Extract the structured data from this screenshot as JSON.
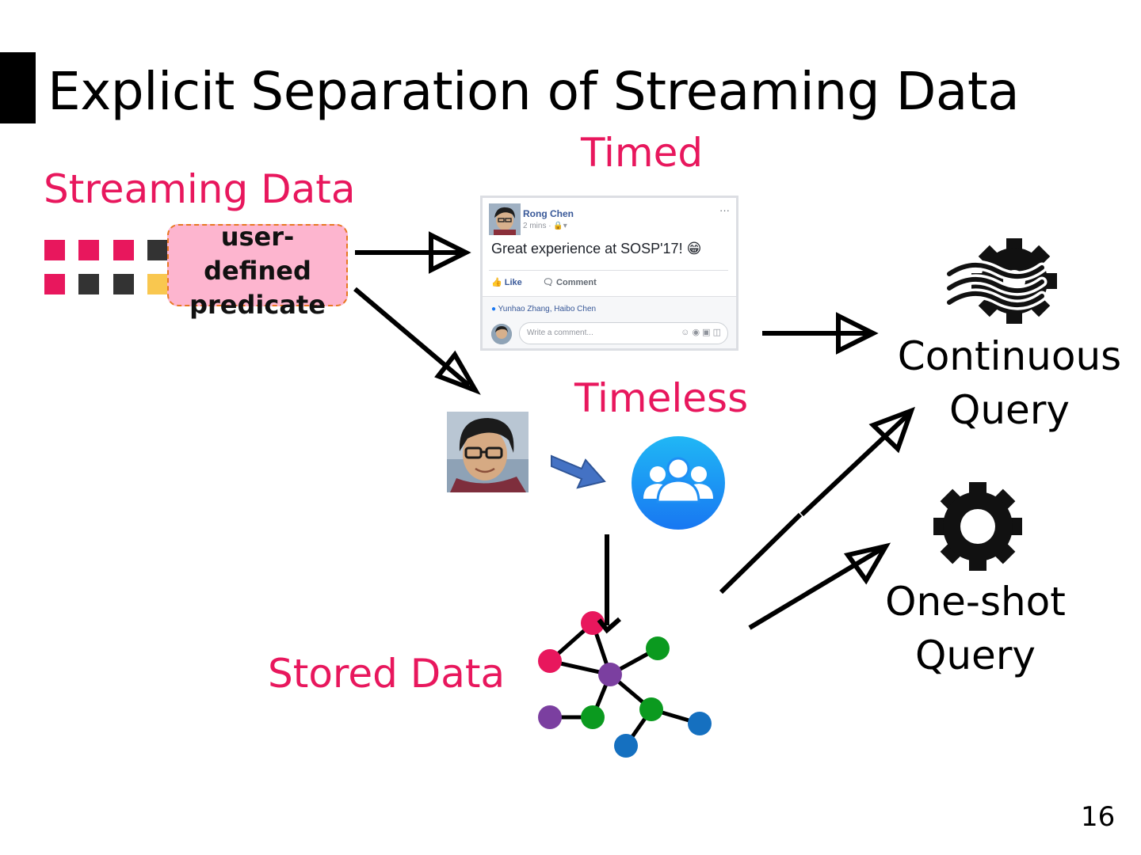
{
  "slide": {
    "title": "Explicit Separation of Streaming Data",
    "page_number": "16"
  },
  "labels": {
    "streaming_data": "Streaming Data",
    "timed": "Timed",
    "timeless": "Timeless",
    "stored_data": "Stored Data",
    "continuous_query": [
      "Continuous",
      "Query"
    ],
    "one_shot_query": [
      "One-shot",
      "Query"
    ]
  },
  "predicate": {
    "lines": [
      "user-",
      "defined",
      "predicate"
    ]
  },
  "post": {
    "author": "Rong Chen",
    "meta": "2 mins ·",
    "dots": "···",
    "body": "Great experience at SOSP'17!",
    "emoji": "😁",
    "like_label": "Like",
    "comment_label": "Comment",
    "likes": "Yunhao Zhang, Haibo Chen",
    "comment_placeholder": "Write a comment..."
  },
  "colors": {
    "accent_pink": "#e8175d",
    "square_dark": "#333333",
    "square_yellow": "#f9c74f",
    "predicate_fill": "#fdb5cf",
    "predicate_border": "#e87722",
    "fb_link": "#385898",
    "fb_blue": "#1877f2",
    "graph_pink": "#e8175d",
    "graph_purple": "#7b3fa0",
    "graph_green": "#0b9a1f",
    "graph_blue": "#1570c0"
  },
  "icons": {
    "stream_query": "gear-with-waves-icon",
    "one_shot_query": "gear-icon",
    "friends": "friends-group-icon",
    "transform": "blue-arrow-icon",
    "graph": "graph-network-icon"
  }
}
